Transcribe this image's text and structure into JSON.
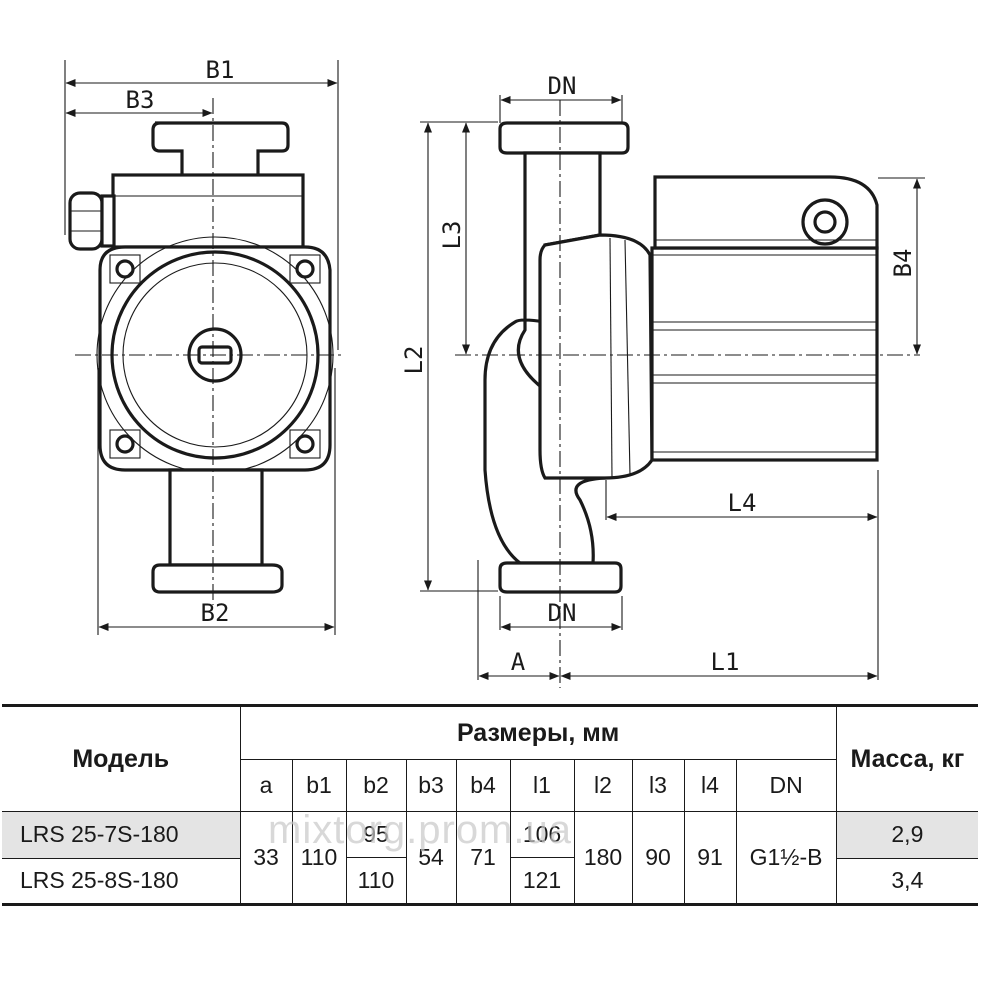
{
  "drawing": {
    "front_view": {
      "dim_b1": "B1",
      "dim_b3": "B3",
      "dim_b2": "B2"
    },
    "side_view": {
      "dim_dn_top": "DN",
      "dim_dn_bottom": "DN",
      "dim_l2": "L2",
      "dim_l3": "L3",
      "dim_l4": "L4",
      "dim_b4": "B4",
      "dim_a": "A",
      "dim_l1": "L1"
    }
  },
  "table": {
    "model_header": "Модель",
    "dimensions_header": "Размеры, мм",
    "mass_header": "Масса, кг",
    "columns": [
      "a",
      "b1",
      "b2",
      "b3",
      "b4",
      "l1",
      "l2",
      "l3",
      "l4",
      "DN"
    ],
    "rows": [
      {
        "model": "LRS 25-7S-180",
        "b2": "95",
        "l1": "106",
        "mass": "2,9"
      },
      {
        "model": "LRS 25-8S-180",
        "b2": "110",
        "l1": "121",
        "mass": "3,4"
      }
    ],
    "shared": {
      "a": "33",
      "b1": "110",
      "b3": "54",
      "b4": "71",
      "l2": "180",
      "l3": "90",
      "l4": "91",
      "dn": "G1½-B"
    }
  },
  "watermark": "mixtorg.prom.ua",
  "colors": {
    "line": "#1a1a1a",
    "highlight_row": "#e4e4e4",
    "watermark": "#c8c8c8"
  }
}
